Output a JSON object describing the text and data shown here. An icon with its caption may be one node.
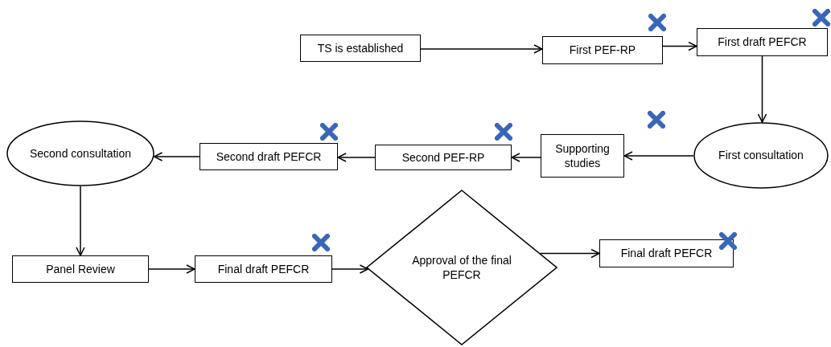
{
  "diagram": {
    "nodes": [
      {
        "text": [
          "TS is established"
        ]
      },
      {
        "text": [
          "First PEF-RP"
        ]
      },
      {
        "text": [
          "First draft PEFCR"
        ]
      },
      {
        "text": [
          "First consultation"
        ]
      },
      {
        "text": [
          "Supporting studies"
        ]
      },
      {
        "text": [
          "Second PEF-RP"
        ]
      },
      {
        "text": [
          "Second draft PEFCR"
        ]
      },
      {
        "text": [
          "Second consultation"
        ]
      },
      {
        "text": [
          "Panel Review"
        ]
      },
      {
        "text": [
          "Final draft PEFCR"
        ]
      },
      {
        "text": [
          "Approval of the final PEFCR"
        ]
      },
      {
        "text": [
          "Final draft PEFCR"
        ]
      }
    ],
    "edges": [
      {
        "from": 0,
        "to": 1,
        "arrow": "to"
      },
      {
        "from": 1,
        "to": 2,
        "arrow": "to"
      },
      {
        "from": 2,
        "to": 3,
        "arrow": "to"
      },
      {
        "from": 3,
        "to": 4,
        "arrow": "to"
      },
      {
        "from": 4,
        "to": 5,
        "arrow": "to"
      },
      {
        "from": 5,
        "to": 6,
        "arrow": "to"
      },
      {
        "from": 6,
        "to": 7,
        "arrow": "to"
      },
      {
        "from": 7,
        "to": 8,
        "arrow": "to"
      },
      {
        "from": 8,
        "to": 9,
        "arrow": "to"
      },
      {
        "from": 9,
        "to": 10,
        "arrow": "to"
      },
      {
        "from": 10,
        "to": 11,
        "arrow": "to"
      }
    ]
  }
}
